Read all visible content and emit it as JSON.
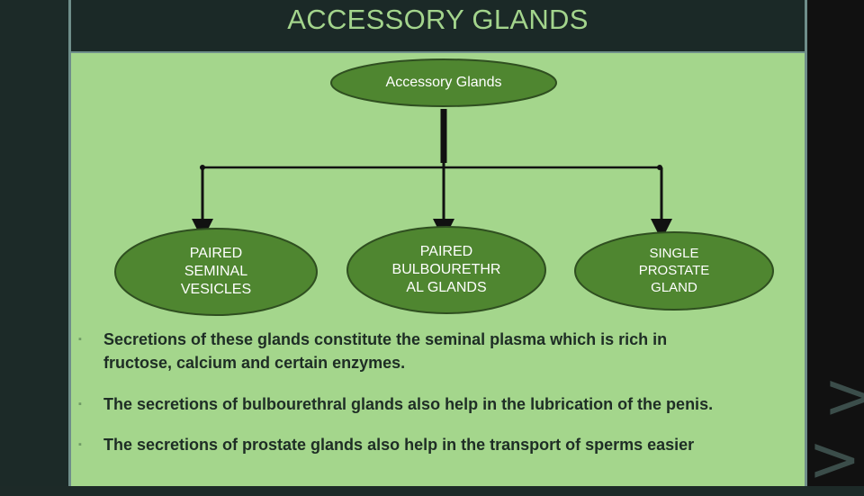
{
  "header": {
    "title": "ACCESSORY GLANDS"
  },
  "diagram": {
    "root": "Accessory Glands",
    "children": [
      {
        "lines": [
          "PAIRED",
          "SEMINAL",
          "VESICLES"
        ]
      },
      {
        "lines": [
          "PAIRED",
          "BULBOURETHR",
          "AL GLANDS"
        ]
      },
      {
        "lines": [
          "SINGLE",
          "PROSTATE",
          "GLAND"
        ]
      }
    ]
  },
  "bullets": [
    {
      "line1": "Secretions of these glands constitute the seminal plasma which is rich in",
      "line2": "fructose, calcium and certain enzymes."
    },
    {
      "line1": "The secretions of bulbourethral glands also help in the lubrication of the penis."
    },
    {
      "line1": "The secretions of prostate glands also help in the transport of sperms easier"
    }
  ],
  "bullet_marker": "▪",
  "decor": {
    "chevron": ">"
  },
  "colors": {
    "title": "#a3d48c",
    "panel": "#a4d68c",
    "node_fill": "#4f8630",
    "node_stroke": "#2f4f20",
    "text_dark": "#1e2d25"
  }
}
